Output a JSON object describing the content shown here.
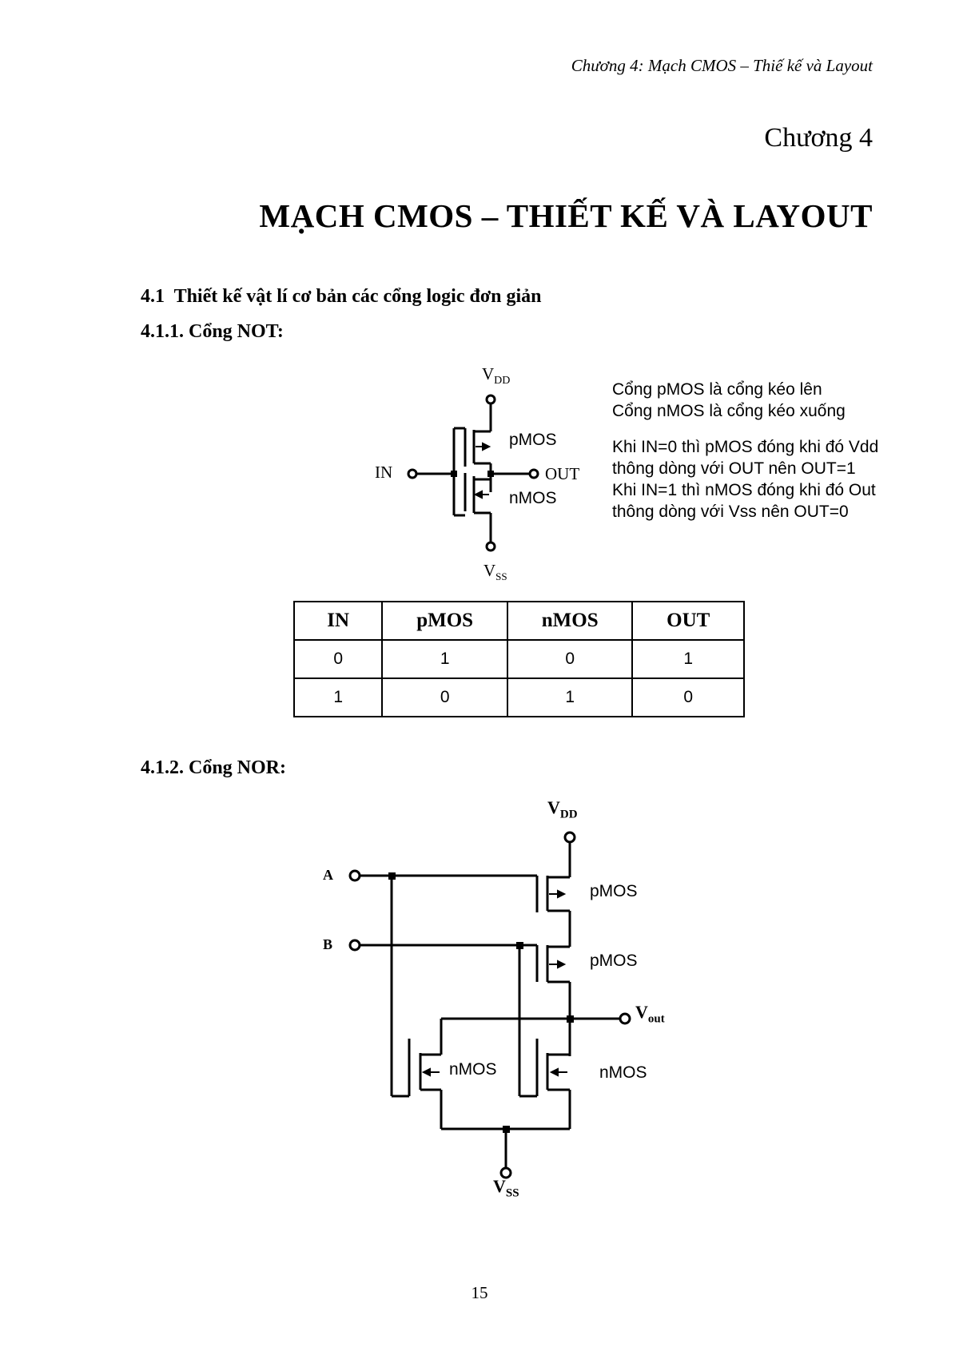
{
  "header": {
    "running_title": "Chương 4: Mạch CMOS – Thiế kế và Layout",
    "chapter_label": "Chương 4",
    "chapter_title": "MẠCH CMOS – THIẾT KẾ VÀ LAYOUT"
  },
  "sections": {
    "s41": "4.1  Thiết kế vật lí cơ bản các cổng logic đơn giản",
    "s411": "4.1.1. Cổng NOT:",
    "s412": "4.1.2. Cổng NOR:"
  },
  "not_gate": {
    "labels": {
      "vdd": "V",
      "vdd_sub": "DD",
      "vss": "V",
      "vss_sub": "SS",
      "in": "IN",
      "out": "OUT",
      "pmos": "pMOS",
      "nmos": "nMOS"
    },
    "explanation": [
      "Cổng pMOS là cổng kéo lên",
      "Cổng nMOS là cổng kéo xuống",
      "Khi IN=0 thì pMOS đóng khi đó Vdd",
      "thông dòng với OUT nên OUT=1",
      "Khi IN=1 thì nMOS đóng khi đó Out",
      "thông dòng với Vss nên OUT=0"
    ],
    "truth_table": {
      "headers": [
        "IN",
        "pMOS",
        "nMOS",
        "OUT"
      ],
      "rows": [
        [
          "0",
          "1",
          "0",
          "1"
        ],
        [
          "1",
          "0",
          "1",
          "0"
        ]
      ]
    }
  },
  "nor_gate": {
    "labels": {
      "vdd": "V",
      "vdd_sub": "DD",
      "vss": "V",
      "vss_sub": "SS",
      "a": "A",
      "b": "B",
      "vout": "V",
      "vout_sub": "out",
      "pmos1": "pMOS",
      "pmos2": "pMOS",
      "nmos1": "nMOS",
      "nmos2": "nMOS"
    }
  },
  "footer": {
    "page_number": "15"
  }
}
